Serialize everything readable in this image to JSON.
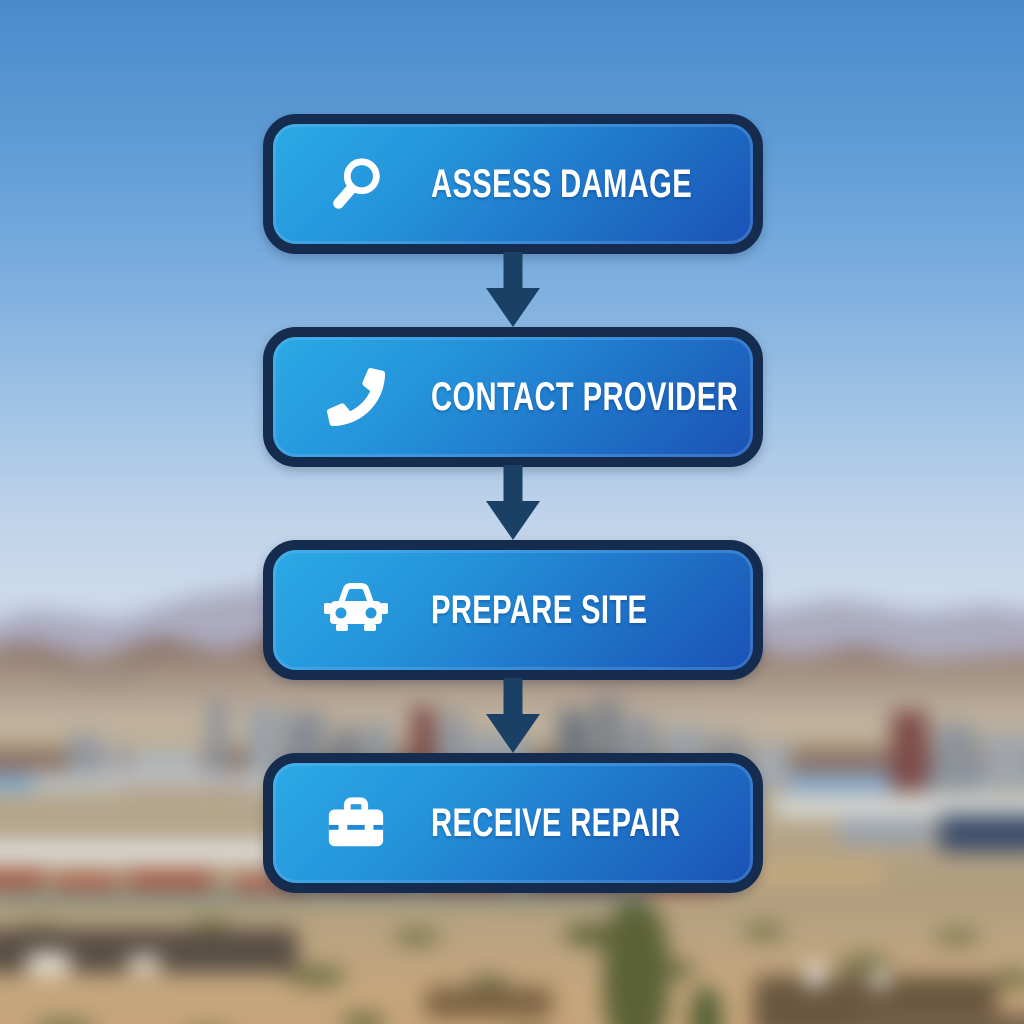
{
  "flowchart": {
    "steps": [
      {
        "label": "ASSESS DAMAGE",
        "icon": "magnifier-icon"
      },
      {
        "label": "CONTACT PROVIDER",
        "icon": "phone-icon"
      },
      {
        "label": "PREPARE SITE",
        "icon": "car-icon"
      },
      {
        "label": "RECEIVE REPAIR",
        "icon": "toolbox-icon"
      }
    ],
    "colors": {
      "box_gradient_start": "#2baae5",
      "box_gradient_end": "#1a52b5",
      "box_border": "#152c4e",
      "arrow": "#1b4065",
      "label_text": "#ffffff"
    }
  },
  "background": {
    "description": "Blurred aerial photo of a desert city: blue sky, hazy brown mountains, downtown skyline, tan suburbs with red roofs and desert scrub",
    "sky_top_color": "#4687cb",
    "sky_horizon_color": "#ccdaec",
    "mountain_color": "#8a7164",
    "desert_color": "#c5a67d"
  }
}
